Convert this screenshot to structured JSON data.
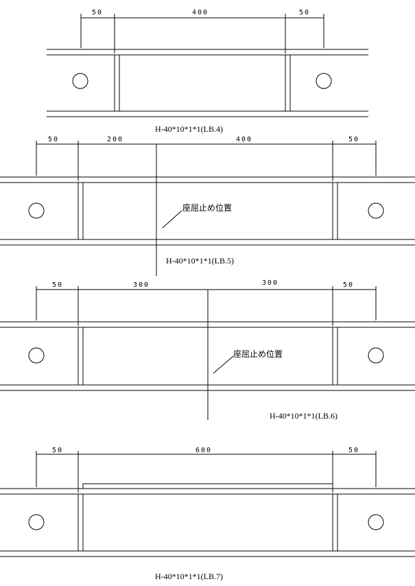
{
  "drawing": {
    "beams": [
      {
        "caption": "H-40*10*1*1(LB.4)",
        "dimensions": [
          "50",
          "400",
          "50"
        ],
        "note": ""
      },
      {
        "caption": "H-40*10*1*1(LB.5)",
        "dimensions": [
          "50",
          "200",
          "400",
          "50"
        ],
        "note": "座屈止め位置"
      },
      {
        "caption": "H-40*10*1*1(LB.6)",
        "dimensions": [
          "50",
          "300",
          "300",
          "50"
        ],
        "note": "座屈止め位置"
      },
      {
        "caption": "H-40*10*1*1(LB.7)",
        "dimensions": [
          "50",
          "600",
          "50"
        ],
        "note": ""
      }
    ]
  }
}
